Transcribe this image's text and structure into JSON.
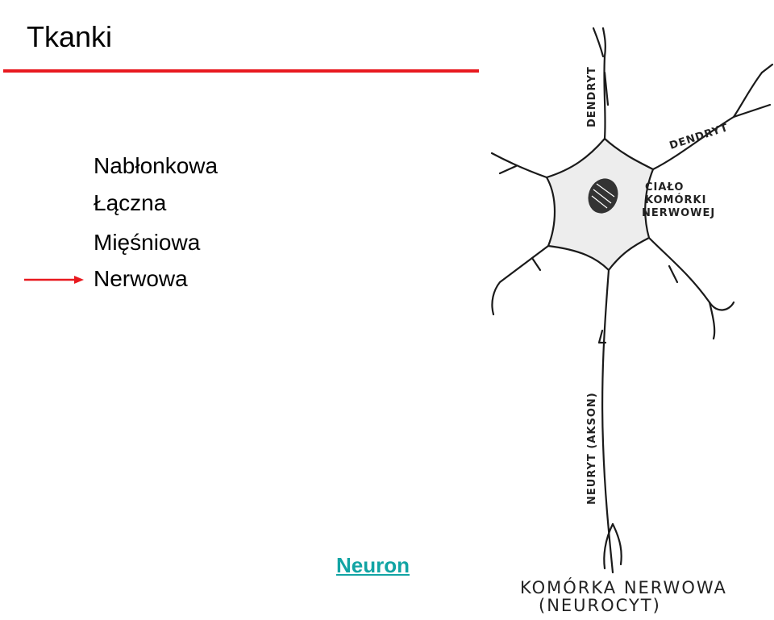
{
  "slide": {
    "title": "Tkanki",
    "accent_color": "#e8191f",
    "items": [
      "Nabłonkowa",
      "Łączna",
      "Mięśniowa",
      "Nerwowa"
    ],
    "selected_item": "Nerwowa",
    "link": "Neuron"
  },
  "drawing": {
    "labels": {
      "dendryt_top": "DENDRYT",
      "dendryt_right": "DENDRYT",
      "body_line1": "CIAŁO",
      "body_line2": "KOMÓRKI",
      "body_line3": "NERWOWEJ",
      "axon": "NEURYT (AKSON)",
      "caption_line1": "KOMÓRKA NERWOWA",
      "caption_line2": "(NEUROCYT)"
    }
  }
}
